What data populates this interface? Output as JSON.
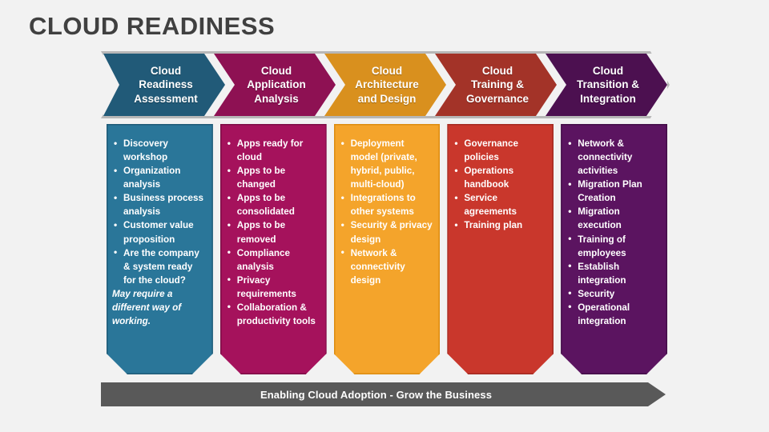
{
  "slide": {
    "title": "CLOUD READINESS",
    "background_color": "#f2f2f2",
    "title_color": "#404040"
  },
  "header": {
    "band_border_color": "#b7b7b7",
    "phases": [
      {
        "label": "Cloud\nReadiness\nAssessment",
        "color": "#215A78"
      },
      {
        "label": "Cloud\nApplication\nAnalysis",
        "color": "#8E1153"
      },
      {
        "label": "Cloud\nArchitecture\nand Design",
        "color": "#D9901E"
      },
      {
        "label": "Cloud\nTraining &\nGovernance",
        "color": "#A33328"
      },
      {
        "label": "Cloud\nTransition &\nIntegration",
        "color": "#4C1050"
      }
    ]
  },
  "columns": [
    {
      "name": "cloud-readiness-assessment",
      "fill": "#2A7699",
      "border": "#1F5B77",
      "bullets": [
        "Discovery workshop",
        "Organization analysis",
        "Business process analysis",
        "Customer value proposition",
        "Are the company & system ready for the cloud?"
      ],
      "note": "May require a different way of working."
    },
    {
      "name": "cloud-application-analysis",
      "fill": "#A5125C",
      "border": "#7D0D46",
      "bullets": [
        "Apps ready for cloud",
        "Apps to be changed",
        "Apps to be consolidated",
        "Apps to be removed",
        "Compliance analysis",
        "Privacy requirements",
        "Collaboration & productivity tools"
      ],
      "note": ""
    },
    {
      "name": "cloud-architecture-and-design",
      "fill": "#F4A42B",
      "border": "#DD8C10",
      "bullets": [
        "Deployment model (private, hybrid, public, multi-cloud)",
        "Integrations to other systems",
        "Security & privacy design",
        "Network & connectivity design"
      ],
      "note": ""
    },
    {
      "name": "cloud-training-and-governance",
      "fill": "#C9372C",
      "border": "#A32A21",
      "bullets": [
        "Governance policies",
        "Operations handbook",
        "Service agreements",
        "Training plan"
      ],
      "note": ""
    },
    {
      "name": "cloud-transition-and-integration",
      "fill": "#5B1460",
      "border": "#430E48",
      "bullets": [
        "Network & connectivity activities",
        "Migration Plan Creation",
        "Migration execution",
        "Training of employees",
        "Establish integration",
        "Security",
        "Operational integration"
      ],
      "note": ""
    }
  ],
  "footer": {
    "label": "Enabling Cloud Adoption - Grow the Business",
    "color": "#595959"
  }
}
